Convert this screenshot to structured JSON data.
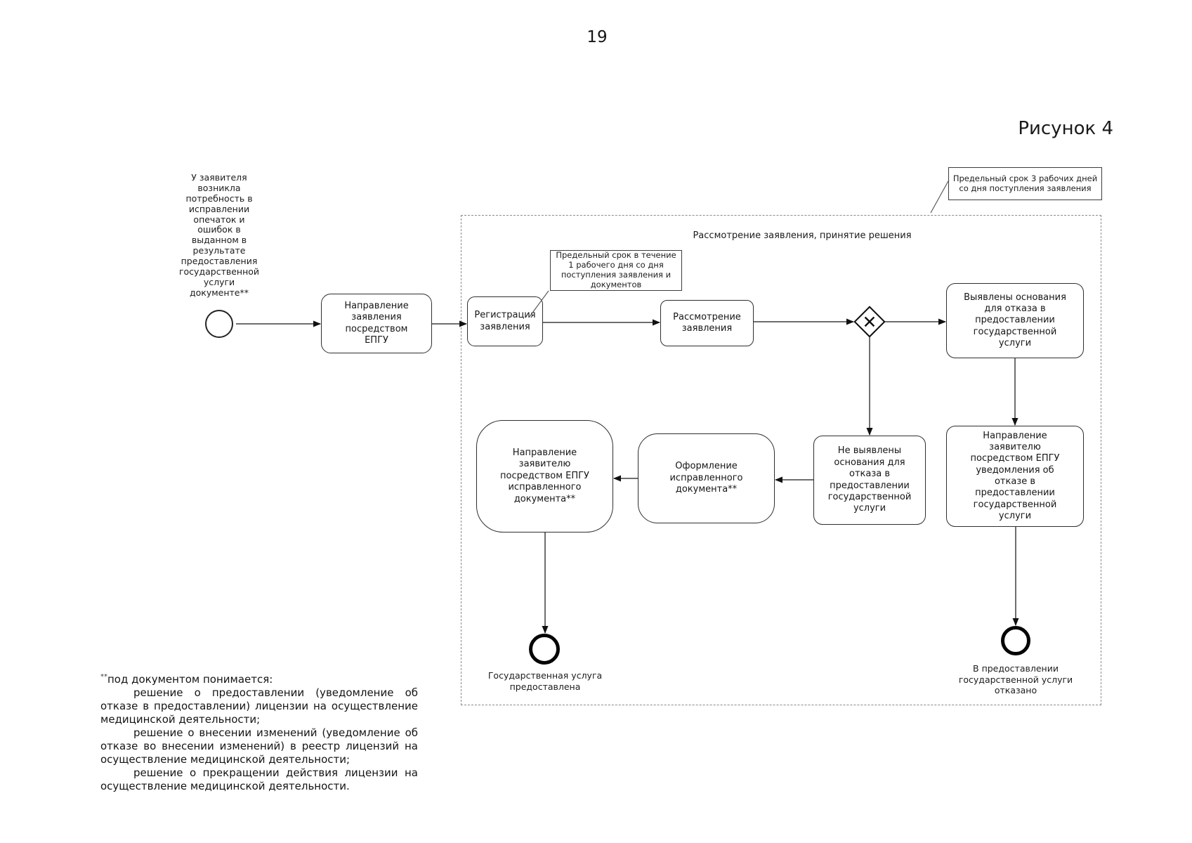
{
  "page": {
    "number": "19",
    "figure_label": "Рисунок 4"
  },
  "colors": {
    "background": "#ffffff",
    "line": "#3f3f3f",
    "box_border": "#2e2e2e",
    "dashed_border": "#8a8a8a",
    "text": "#141414"
  },
  "start_event": {
    "annotation": "У заявителя\nвозникла\nпотребность в\nисправлении\nопечаток и\nошибок в\nвыданном в\nрезультате\nпредоставления\nгосударственной\nуслуги\nдокументе**"
  },
  "subprocess": {
    "title": "Рассмотрение заявления, принятие решения"
  },
  "notes": {
    "deadline_1_day": "Предельный срок в течение\n1 рабочего дня со дня\nпоступления заявления и\nдокументов",
    "deadline_3_days": "Предельный срок 3 рабочих дней\nсо дня  поступления заявления"
  },
  "tasks": {
    "send_application": "Направление\nзаявления\nпосредством\nЕПГУ",
    "registration": "Регистрация\nзаявления",
    "review": "Рассмотрение\nзаявления",
    "grounds_found": "Выявлены основания\nдля отказа в\nпредоставлении\nгосударственной\nуслуги",
    "no_grounds": "Не выявлены\nоснования для\nотказа в\nпредоставлении\nгосударственной\nуслуги",
    "prepare_corrected": "Оформление\nисправленного\nдокумента**",
    "send_corrected": "Направление\nзаявителю\nпосредством ЕПГУ\nисправленного\nдокумента**",
    "send_refusal": "Направление\nзаявителю\nпосредством ЕПГУ\nуведомления об\nотказе в\nпредоставлении\nгосударственной\nуслуги"
  },
  "gateway": {
    "symbol": "✕"
  },
  "end_events": {
    "provided_label": "Государственная услуга\nпредоставлена",
    "refused_label": "В предоставлении\nгосударственной услуги\nотказано"
  },
  "footnote": {
    "marker": "**",
    "intro": "под документом понимается:",
    "paragraphs": [
      "решение о предоставлении (уведомление об отказе в предоставлении) лицензии на осуществление медицинской деятельности;",
      "решение о внесении изменений (уведомление об отказе во внесении изменений) в реестр лицензий на осуществление медицинской деятельности;",
      "решение о прекращении действия лицензии на осуществление медицинской деятельности."
    ]
  }
}
